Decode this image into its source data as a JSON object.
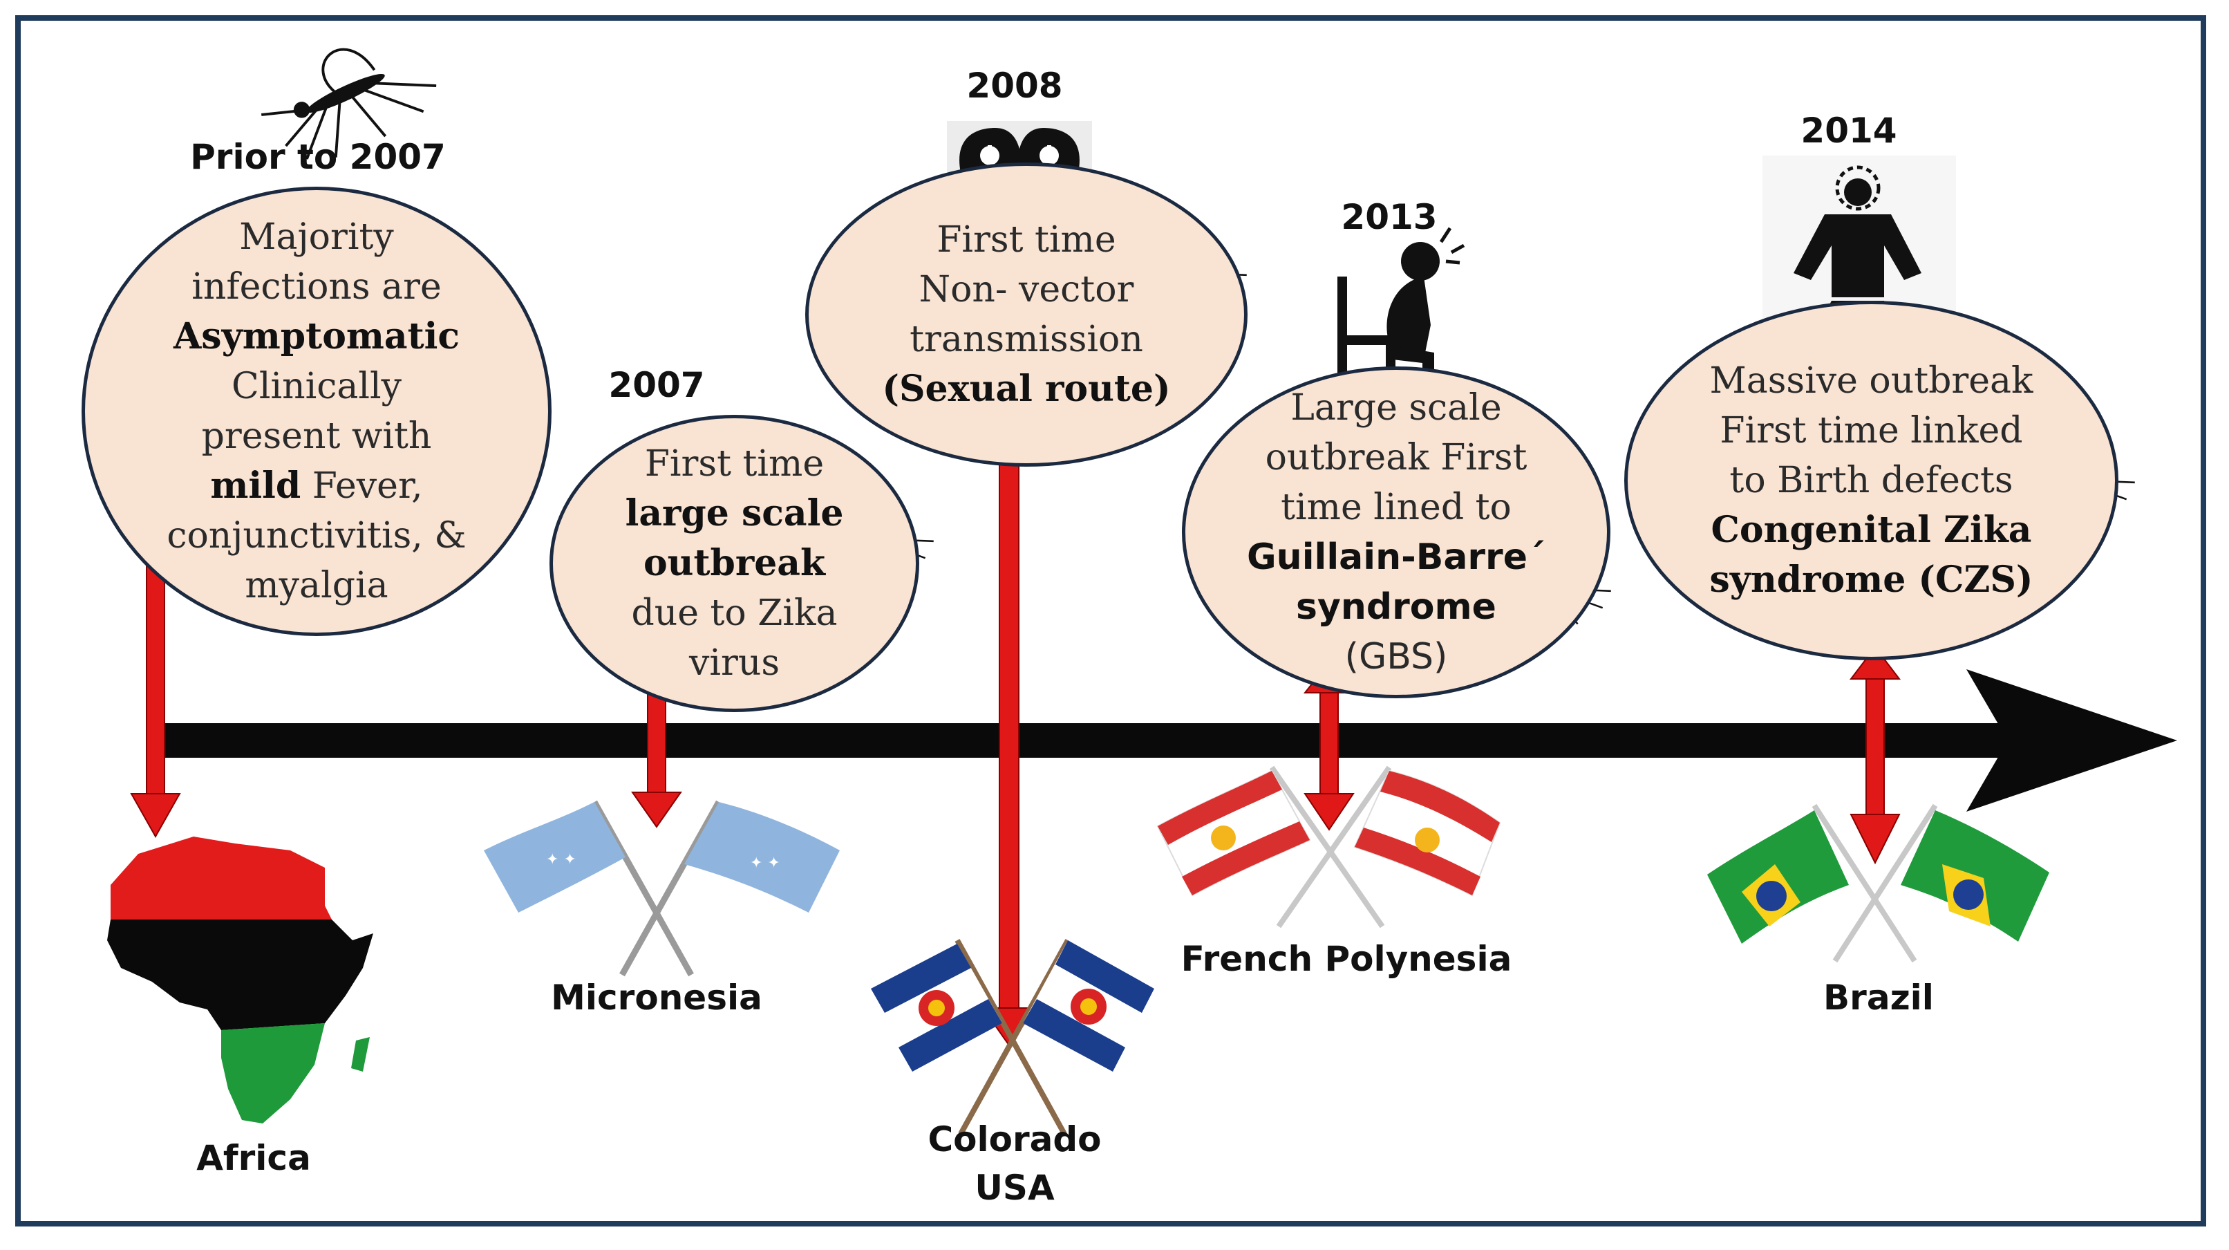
{
  "events": [
    {
      "id": "africa",
      "year_label": "Prior to 2007",
      "location": [
        "Africa"
      ],
      "description": [
        {
          "text": "Majority"
        },
        {
          "text": "infections are"
        },
        {
          "text": "Asymptomatic",
          "bold": true
        },
        {
          "text": "Clinically"
        },
        {
          "text": "present with"
        },
        {
          "text": "mild",
          "bold": true,
          "suffix": " Fever,"
        },
        {
          "text": "conjunctivitis, &"
        },
        {
          "text": "myalgia"
        }
      ]
    },
    {
      "id": "micronesia",
      "year_label": "2007",
      "location": [
        "Micronesia"
      ],
      "description": [
        {
          "text": "First time"
        },
        {
          "text": "large scale",
          "bold": true
        },
        {
          "text": "outbreak",
          "bold": true
        },
        {
          "text": "due to Zika"
        },
        {
          "text": "virus"
        }
      ]
    },
    {
      "id": "colorado",
      "year_label": "2008",
      "location": [
        "Colorado",
        "USA"
      ],
      "description": [
        {
          "text": "First time"
        },
        {
          "text": "Non- vector"
        },
        {
          "text": "transmission"
        },
        {
          "text": "(Sexual route)",
          "bold": true
        }
      ]
    },
    {
      "id": "french-polynesia",
      "year_label": "2013",
      "location": [
        "French Polynesia"
      ],
      "description": [
        {
          "text": "Large scale"
        },
        {
          "text": "outbreak First"
        },
        {
          "text": "time lined to"
        },
        {
          "text": "Guillain-Barre´",
          "bold": true,
          "sans": true
        },
        {
          "text": "syndrome",
          "bold": true,
          "sans": true
        },
        {
          "text": "(GBS)",
          "sans": true
        }
      ]
    },
    {
      "id": "brazil",
      "year_label": "2014",
      "location": [
        "Brazil"
      ],
      "description": [
        {
          "text": "Massive outbreak"
        },
        {
          "text": "First time linked"
        },
        {
          "text": "to Birth defects"
        },
        {
          "text": "Congenital Zika",
          "bold": true
        },
        {
          "text": "syndrome (CZS)",
          "bold": true
        }
      ]
    }
  ],
  "colors": {
    "border": "#1f3c5c",
    "bubble_fill": "#f9e3d3",
    "bubble_stroke": "#1b2a40",
    "connector": "#e01818",
    "timeline": "#0a0a0a"
  },
  "icons": [
    "mosquito-icon",
    "two-heads-icon",
    "distressed-person-icon",
    "baby-icon",
    "africa-map-icon",
    "crossed-flags-icon"
  ]
}
